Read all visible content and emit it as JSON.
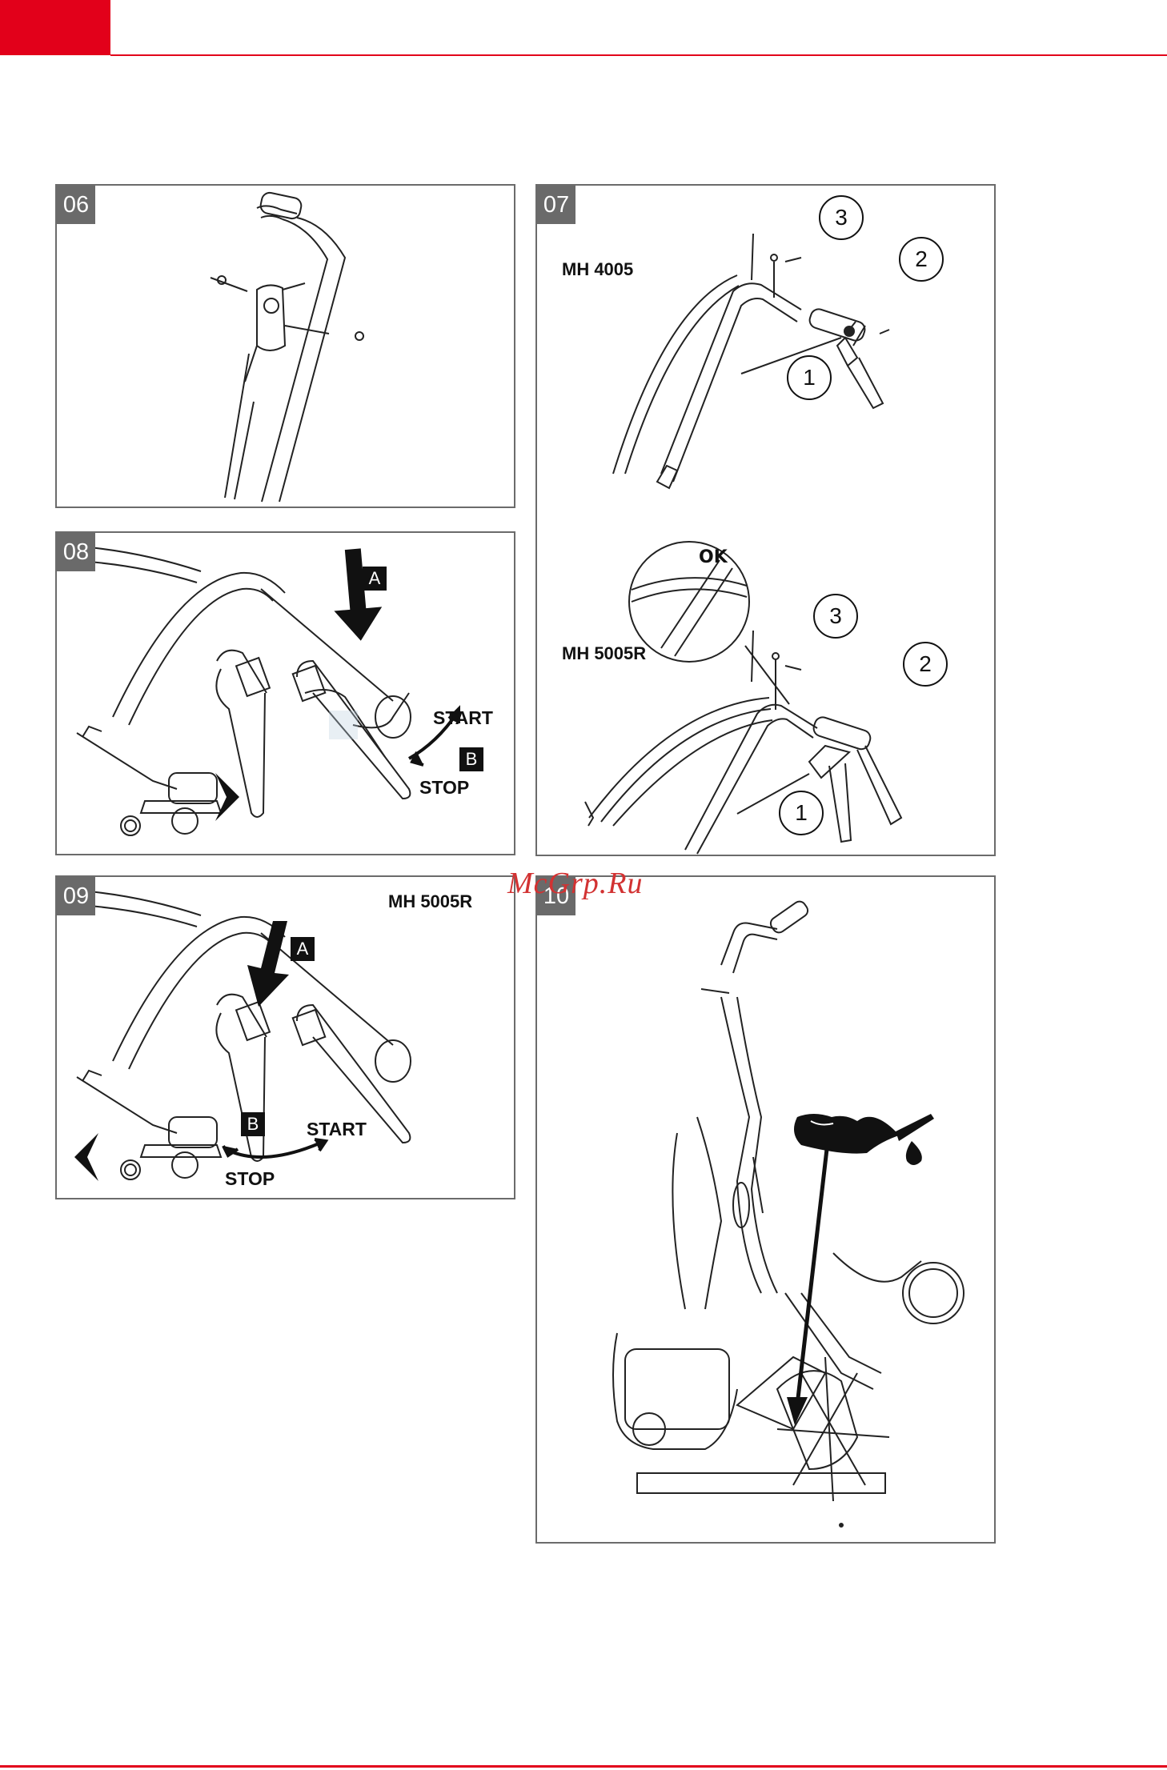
{
  "header": {
    "accent_color": "#e2001a"
  },
  "watermark": {
    "text": "McGrp.Ru"
  },
  "panels": {
    "p06": {
      "number": "06"
    },
    "p07": {
      "number": "07",
      "model_top": "MH 4005",
      "model_bottom": "MH 5005R",
      "ok_label": "OK",
      "callouts": [
        "1",
        "2",
        "3"
      ]
    },
    "p08": {
      "number": "08",
      "letter_a": "A",
      "letter_b": "B",
      "start": "START",
      "stop": "STOP"
    },
    "p09": {
      "number": "09",
      "model": "MH 5005R",
      "letter_a": "A",
      "letter_b": "B",
      "start": "START",
      "stop": "STOP"
    },
    "p10": {
      "number": "10"
    }
  },
  "icons": [
    "chevron-right-icon",
    "chevron-left-icon",
    "oil-can-icon",
    "oil-drop-icon",
    "arrow-down-icon"
  ]
}
